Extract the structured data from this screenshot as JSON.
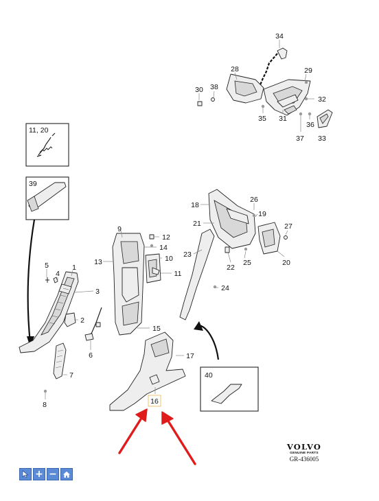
{
  "callouts": {
    "c34": "34",
    "c29": "29",
    "c28": "28",
    "c30": "30",
    "c38": "38",
    "c32": "32",
    "c35": "35",
    "c31": "31",
    "c36": "36",
    "c37": "37",
    "c33": "33",
    "c11_20": "11, 20",
    "c39": "39",
    "c40": "40",
    "c26": "26",
    "c18": "18",
    "c19": "19",
    "c21": "21",
    "c27": "27",
    "c23": "23",
    "c22": "22",
    "c25": "25",
    "c20": "20",
    "c24": "24",
    "c9": "9",
    "c12": "12",
    "c14": "14",
    "c13": "13",
    "c10": "10",
    "c11": "11",
    "c15": "15",
    "c17": "17",
    "c16": "16",
    "c5": "5",
    "c4": "4",
    "c1": "1",
    "c3": "3",
    "c2": "2",
    "c6": "6",
    "c7": "7",
    "c8": "8"
  },
  "brand": {
    "logo": "VOLVO",
    "subtitle": "GENUINE PARTS",
    "code": "GR-436005"
  },
  "toolbar": {
    "pointer_icon": "pointer-icon",
    "zoom_in_label": "+",
    "zoom_out_label": "−",
    "home_icon": "home-icon",
    "color": "#5b8bd6"
  },
  "highlight": {
    "arrow_color": "#e01b1b",
    "box_color": "#f0c070"
  }
}
